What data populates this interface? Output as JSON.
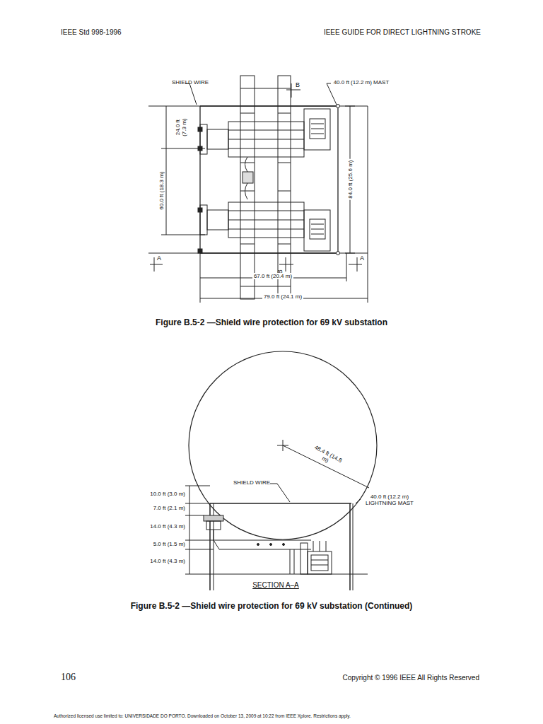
{
  "diagram": {
    "labels": [
      "IEEE Std 998-1996",
      "IEEE GUIDE FOR DIRECT LIGHTNING STROKE",
      "SHIELD WIRE",
      "40.0 ft (12.2 m) MAST",
      "B",
      "24.0 ft (7.3 m)",
      "60.0 ft (18.3 m)",
      "84.0 ft (25.6 m)",
      "A",
      "B",
      "A",
      "67.0 ft (20.4 m)",
      "79.0 ft (24.1 m)",
      "Figure B.5-2 —Shield wire protection for 69 kV substation",
      "48.4 ft (14.8 m)",
      "SHIELD WIRE",
      "10.0 ft (3.0 m)",
      "7.0 ft (2.1 m)",
      "40.0 ft (12.2 m) LIGHTNING MAST",
      "14.0 ft (4.3 m)",
      "5.0 ft (1.5 m)",
      "14.0 ft (4.3 m)",
      "SECTION A–A",
      "Figure B.5-2 —Shield wire protection for 69 kV substation (Continued)",
      "106",
      "Copyright © 1996 IEEE All Rights Reserved",
      "Authorized licensed use limited to: UNIVERSIDADE DO PORTO. Downloaded on October 13, 2009 at 10:22 from IEEE Xplore.  Restrictions apply."
    ]
  }
}
